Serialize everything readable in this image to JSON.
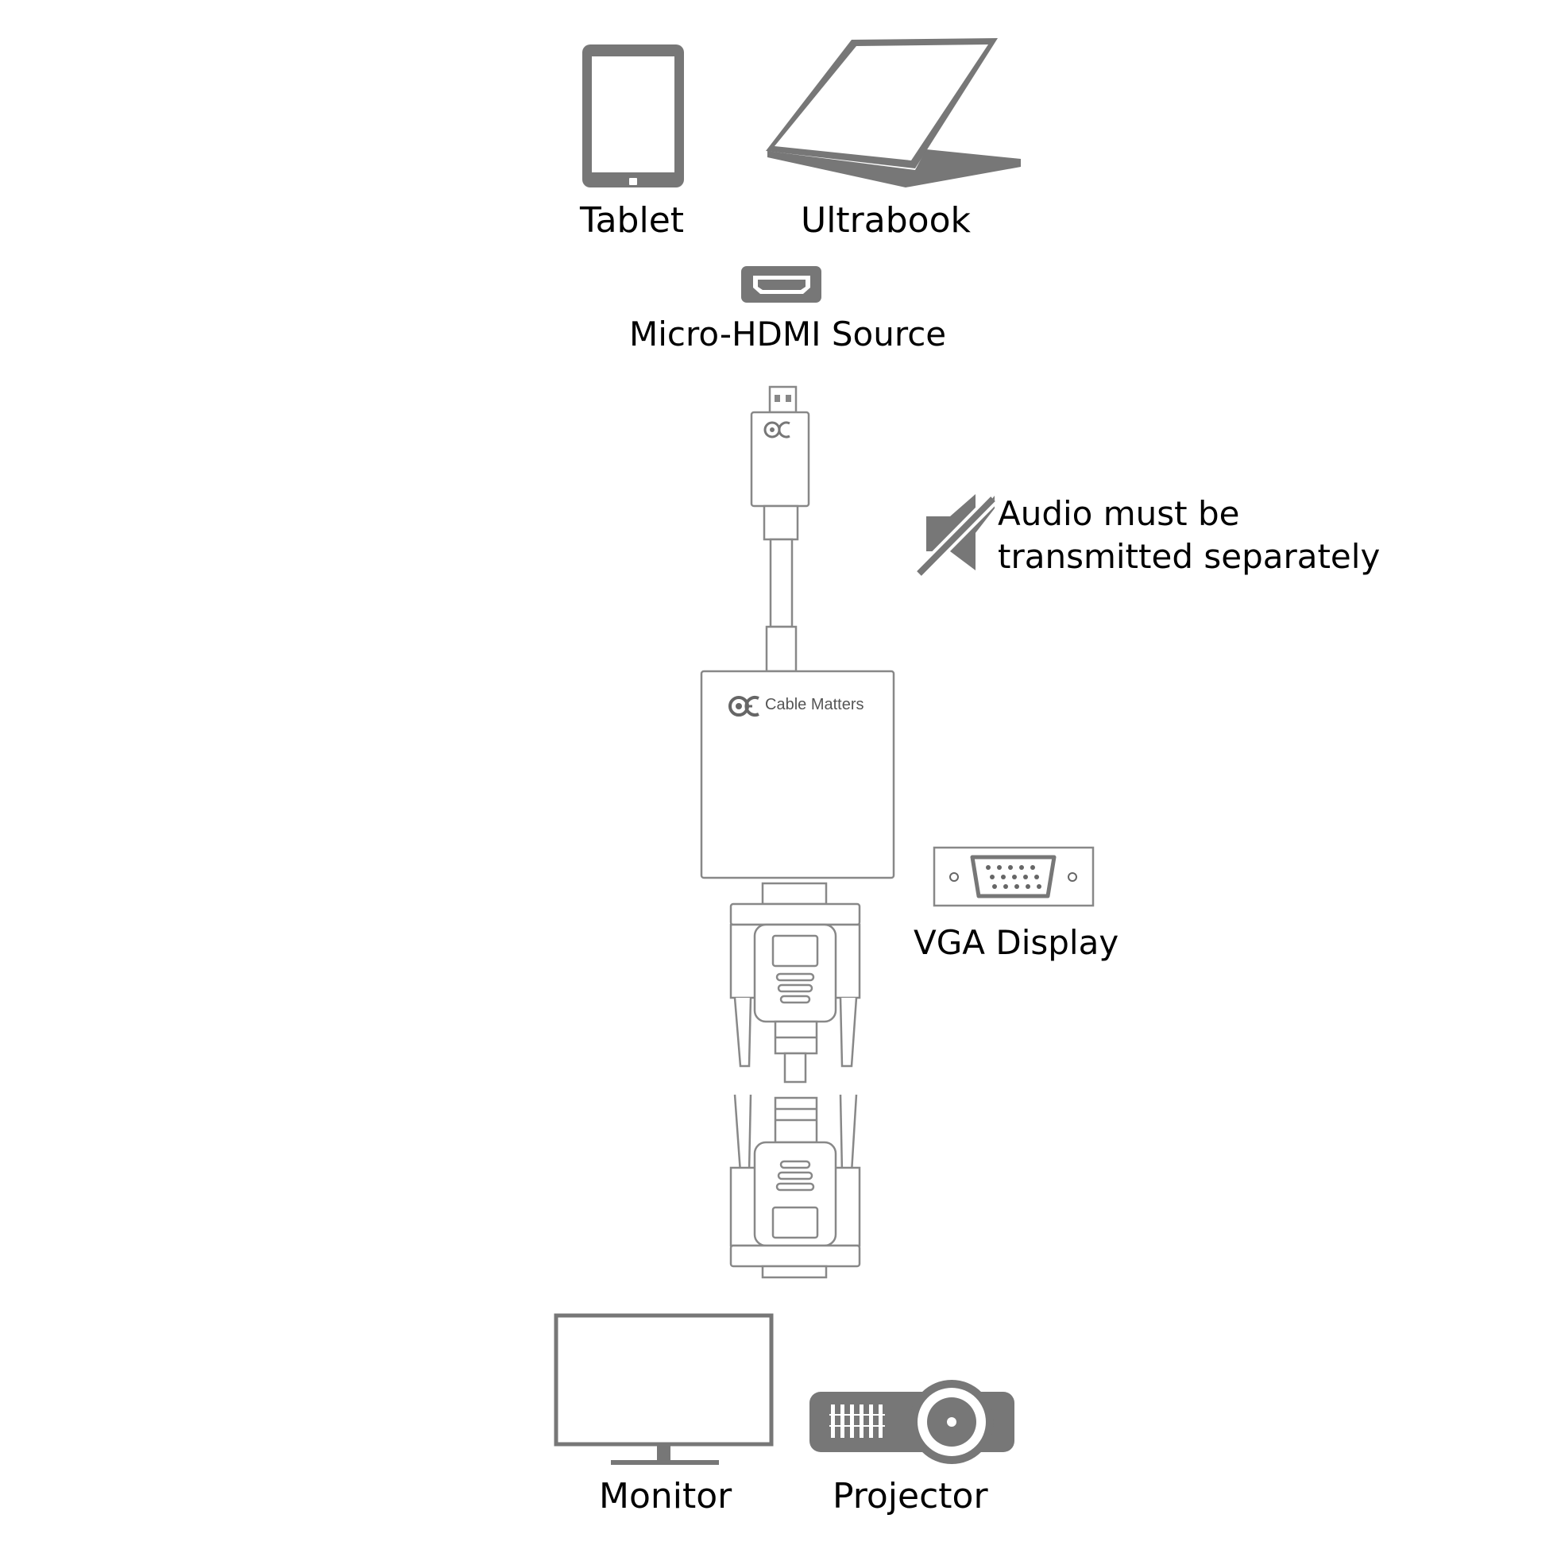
{
  "sources": {
    "tablet_label": "Tablet",
    "ultrabook_label": "Ultrabook",
    "port_label": "Micro-HDMI Source"
  },
  "adapter": {
    "brand": "Cable Matters"
  },
  "notice": {
    "line1": "Audio must be",
    "line2": "transmitted separately",
    "icon": "muted-speaker-icon"
  },
  "vga": {
    "port_label": "VGA Display"
  },
  "outputs": {
    "monitor_label": "Monitor",
    "projector_label": "Projector"
  },
  "colors": {
    "icon_gray": "#777777",
    "outline_gray": "#8a8a8a",
    "text": "#000000",
    "background": "#ffffff"
  }
}
